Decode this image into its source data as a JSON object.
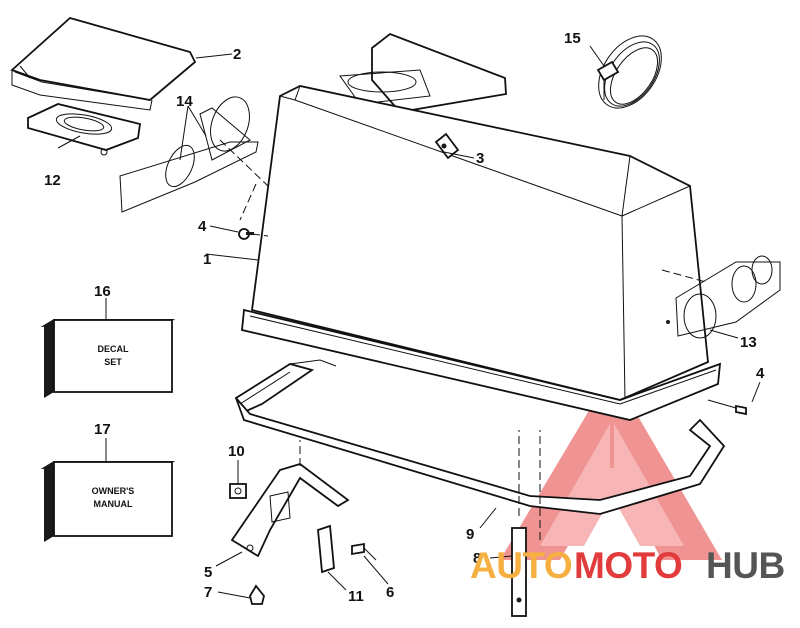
{
  "callouts": {
    "c1": "1",
    "c2": "2",
    "c3": "3",
    "c4a": "4",
    "c4b": "4",
    "c5": "5",
    "c6": "6",
    "c7": "7",
    "c8": "8",
    "c9": "9",
    "c10": "10",
    "c11": "11",
    "c12": "12",
    "c13": "13",
    "c14": "14",
    "c15": "15",
    "c16": "16",
    "c17": "17"
  },
  "boxes": {
    "decal_line1": "DECAL",
    "decal_line2": "SET",
    "manual_line1": "OWNER'S",
    "manual_line2": "MANUAL"
  },
  "watermark": {
    "part1": "AUTO",
    "part2": "MOTO",
    "part3": "HUB",
    "color_red": "#e23b3b",
    "color_orange": "#f6b042",
    "color_gray": "#555555"
  }
}
